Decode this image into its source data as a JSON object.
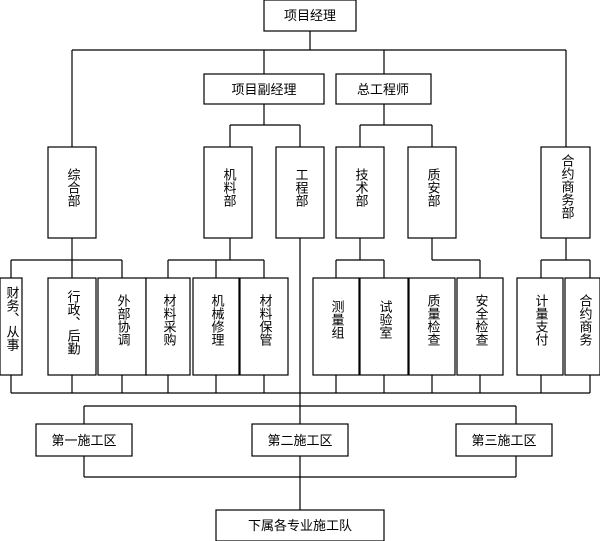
{
  "org": {
    "root": "项目经理",
    "deputy": "项目副经理",
    "chief_engineer": "总工程师",
    "depts": {
      "general": "综合部",
      "materials": "机料部",
      "engineering": "工程部",
      "technical": "技术部",
      "quality": "质安部",
      "contracts": "合约商务部"
    },
    "groups": {
      "finance": "财务、从事",
      "admin": "行政、后勤",
      "external": "外部协调",
      "purchasing": "材料采购",
      "repair": "机械修理",
      "storage": "材料保管",
      "survey": "测量组",
      "lab": "试验室",
      "qc": "质量检查",
      "safety": "安全检查",
      "payment": "计量支付",
      "commerce": "合约商务"
    },
    "zones": {
      "zone1": "第一施工区",
      "zone2": "第二施工区",
      "zone3": "第三施工区"
    },
    "teams": "下属各专业施工队"
  }
}
